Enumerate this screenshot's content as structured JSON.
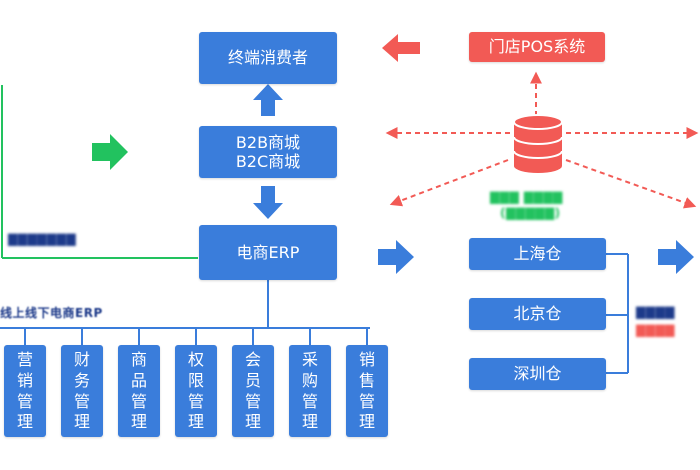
{
  "colors": {
    "blue": "#3a7ddb",
    "red": "#f25a55",
    "green": "#22c25f",
    "line_blue": "#3a7ddb",
    "navy": "#1d3a8a"
  },
  "nodes": {
    "consumer": "终端消费者",
    "pos": "门店POS系统",
    "b2b": "B2B商城",
    "b2c": "B2C商城",
    "erp": "电商ERP",
    "wh_shanghai": "上海仓",
    "wh_beijing": "北京仓",
    "wh_shenzhen": "深圳仓"
  },
  "modules": [
    [
      "营",
      "销",
      "管",
      "理"
    ],
    [
      "财",
      "务",
      "管",
      "理"
    ],
    [
      "商",
      "品",
      "管",
      "理"
    ],
    [
      "权",
      "限",
      "管",
      "理"
    ],
    [
      "会",
      "员",
      "管",
      "理"
    ],
    [
      "采",
      "购",
      "管",
      "理"
    ],
    [
      "销",
      "售",
      "管",
      "理"
    ]
  ],
  "labels": {
    "erp_caption": "线上线下电商ERP"
  },
  "icons": {
    "database": "database-icon"
  }
}
